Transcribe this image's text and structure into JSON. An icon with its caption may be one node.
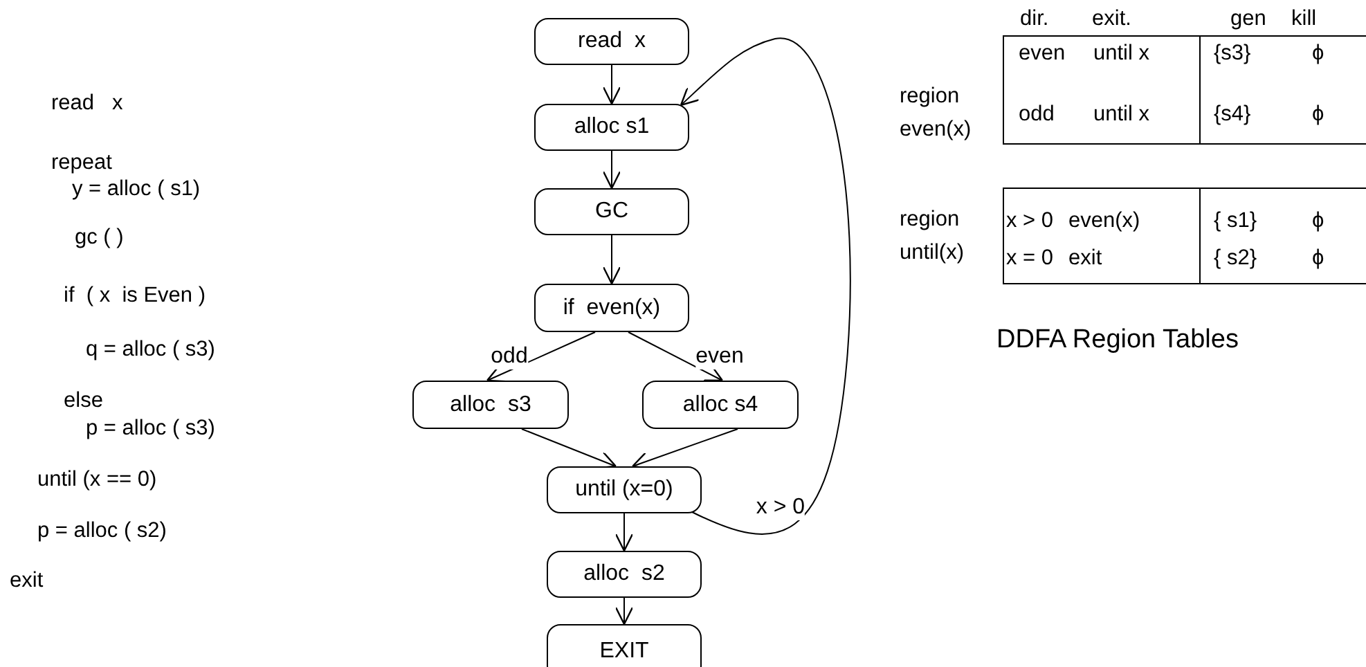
{
  "diagram": {
    "caption": "DDFA Region Tables",
    "nodes": [
      {
        "text": [
          "read  x"
        ]
      },
      {
        "text": [
          "alloc s1"
        ]
      },
      {
        "text": [
          "GC"
        ]
      },
      {
        "text": [
          "if  even(x)"
        ]
      },
      {
        "text": [
          "alloc  s3"
        ]
      },
      {
        "text": [
          "alloc s4"
        ]
      },
      {
        "text": [
          "until (x=0)"
        ]
      },
      {
        "text": [
          "alloc  s2"
        ]
      },
      {
        "text": [
          "EXIT"
        ]
      }
    ],
    "edges": [
      {
        "from": 0,
        "to": 1,
        "arrow": "to"
      },
      {
        "from": 1,
        "to": 2,
        "arrow": "to"
      },
      {
        "from": 2,
        "to": 3,
        "arrow": "to"
      },
      {
        "from": 3,
        "to": 4,
        "arrow": "to",
        "label": "odd"
      },
      {
        "from": 3,
        "to": 5,
        "arrow": "to",
        "label": "even"
      },
      {
        "from": 4,
        "to": 6,
        "arrow": "to"
      },
      {
        "from": 5,
        "to": 6,
        "arrow": "to"
      },
      {
        "from": 6,
        "to": 7,
        "arrow": "to"
      },
      {
        "from": 7,
        "to": 8,
        "arrow": "to"
      },
      {
        "from": 6,
        "to": 1,
        "arrow": "to",
        "label": "x > 0"
      }
    ],
    "labels": [
      "read   x",
      "repeat",
      "y = alloc ( s1)",
      "gc ( )",
      "if  ( x  is Even )",
      "q = alloc ( s3)",
      "else",
      "p = alloc ( s3)",
      "until (x == 0)",
      "p = alloc ( s2)",
      "exit",
      "dir.",
      "exit.",
      "gen",
      "kill",
      "region even(x)",
      "even",
      "until x",
      "{s3}",
      "ϕ",
      "odd",
      "until x",
      "{s4}",
      "ϕ",
      "region until(x)",
      "x > 0",
      "even(x)",
      "{ s1}",
      "ϕ",
      "x = 0",
      "exit",
      "{ s2}",
      "ϕ"
    ]
  }
}
